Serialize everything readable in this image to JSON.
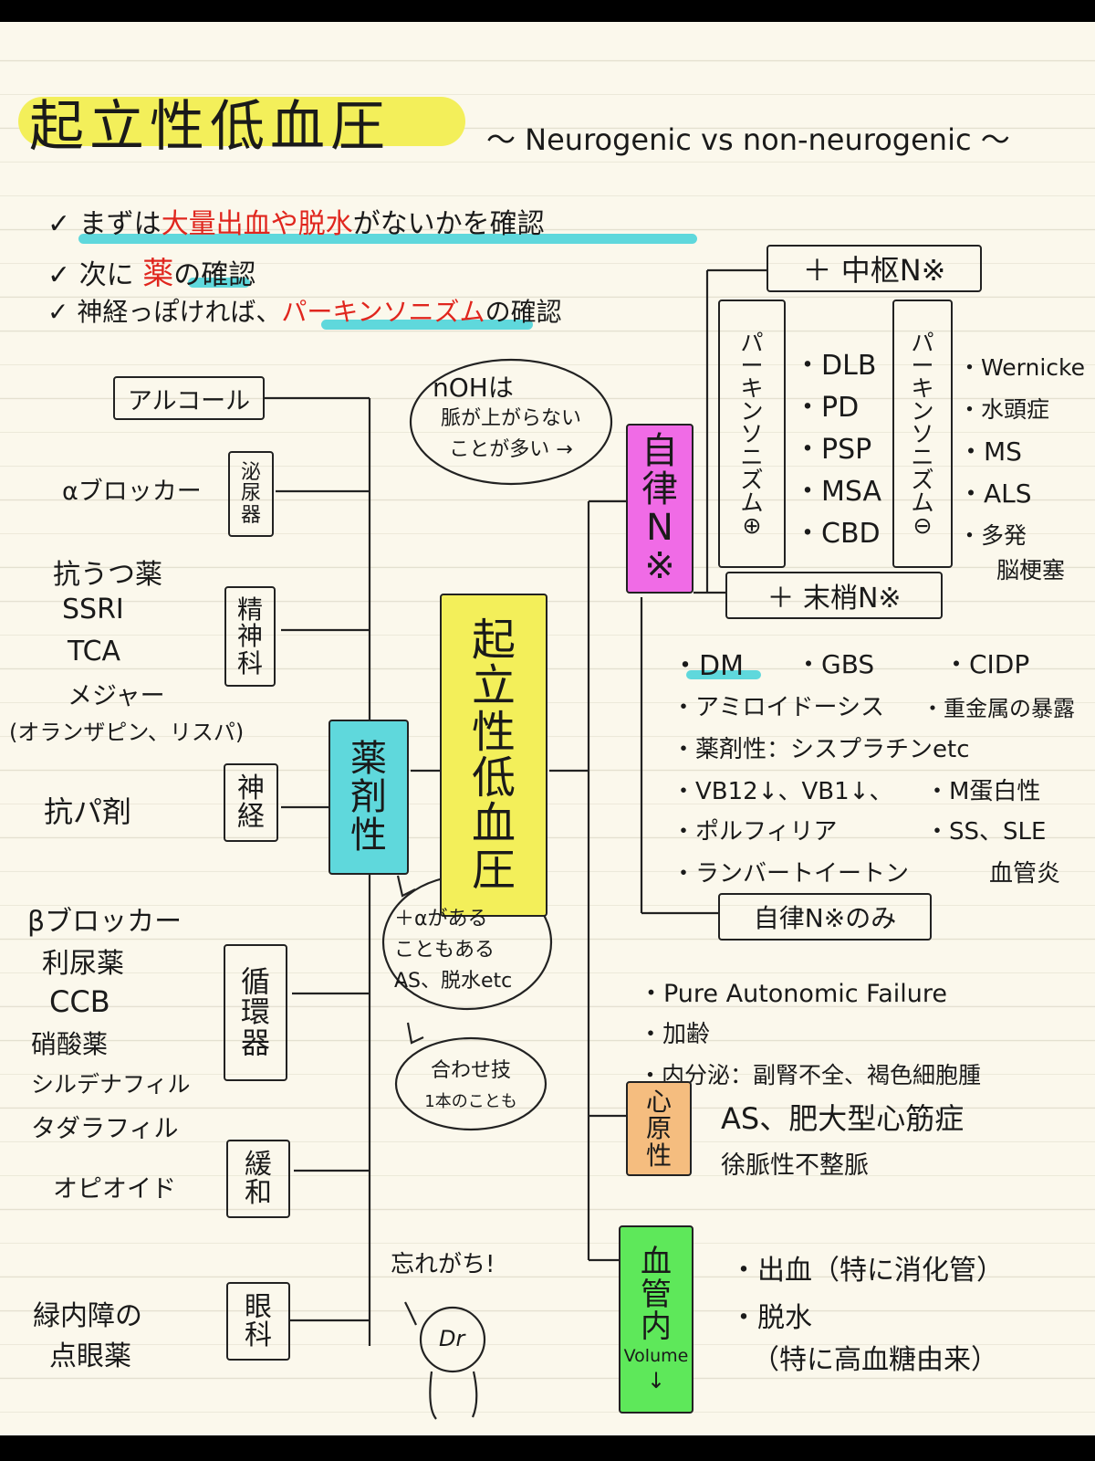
{
  "title": {
    "main": "起立性低血圧",
    "subtitle": "～ Neurogenic vs non-neurogenic ～"
  },
  "checklist": {
    "check_mark": "✓",
    "items": [
      {
        "before": "まずは",
        "highlight": "大量出血や脱水",
        "after": "がないかを確認"
      },
      {
        "before": "次に",
        "highlight": "薬",
        "after": "の確認"
      },
      {
        "before": "神経っぽければ、",
        "highlight": "パーキンソニズム",
        "after": "の確認"
      }
    ]
  },
  "center": {
    "label": "起立性低血圧",
    "chars": [
      "起",
      "立",
      "性",
      "低",
      "血",
      "圧"
    ]
  },
  "drug": {
    "label": "薬剤性",
    "chars": [
      "薬",
      "剤",
      "性"
    ],
    "categories": [
      {
        "cat": [
          "泌",
          "尿",
          "器"
        ],
        "drugs": [
          "αブロッカー"
        ]
      },
      {
        "cat": [
          "精",
          "神",
          "科"
        ],
        "drugs": [
          "抗うつ薬",
          "SSRI",
          "TCA",
          "メジャー",
          "(オランザピン、リスパ)"
        ]
      },
      {
        "cat": [
          "神",
          "経"
        ],
        "drugs": [
          "抗パ剤"
        ]
      },
      {
        "cat": [
          "循",
          "環",
          "器"
        ],
        "drugs": [
          "βブロッカー",
          "利尿薬",
          "CCB",
          "硝酸薬",
          "シルデナフィル",
          "タダラフィル"
        ]
      },
      {
        "cat": [
          "緩",
          "和"
        ],
        "drugs": [
          "オピオイド"
        ]
      },
      {
        "cat": [
          "眼",
          "科"
        ],
        "drugs": [
          "緑内障の",
          "点眼薬"
        ]
      }
    ],
    "alcohol": "アルコール",
    "bubble_alpha": [
      "＋αがある",
      "こともある",
      "AS、脱水etc"
    ],
    "bubble_combo": [
      "合わせ技",
      "1本のことも"
    ],
    "forget_note": "忘れがち!",
    "doctor": "Dr"
  },
  "bubble_noh": [
    "nOHは",
    "脈が上がらない",
    "ことが多い →"
  ],
  "autonomic": {
    "label_chars": [
      "自",
      "律",
      "N",
      "※"
    ],
    "central": "＋ 中枢N※",
    "park_plus": {
      "chars": [
        "パ",
        "ー",
        "キ",
        "ン",
        "ソ",
        "ニ",
        "ズ",
        "ム",
        "⊕"
      ],
      "items": [
        "・DLB",
        "・PD",
        "・PSP",
        "・MSA",
        "・CBD"
      ]
    },
    "park_minus": {
      "chars": [
        "パ",
        "ー",
        "キ",
        "ン",
        "ソ",
        "ニ",
        "ズ",
        "ム",
        "⊖"
      ],
      "items": [
        "・Wernicke",
        "・水頭症",
        "・MS",
        "・ALS",
        "・多発",
        "脳梗塞"
      ]
    },
    "peripheral": "＋ 末梢N※",
    "peripheral_items": [
      [
        "・DM",
        "・GBS",
        "・CIDP"
      ],
      [
        "・アミロイドーシス",
        "・重金属の暴露"
      ],
      [
        "・薬剤性：シスプラチンetc"
      ],
      [
        "・VB12↓、VB1↓、",
        "・M蛋白性"
      ],
      [
        "・ポルフィリア",
        "・SS、SLE"
      ],
      [
        "・ランバートイートン",
        "血管炎"
      ]
    ],
    "only": "自律N※のみ",
    "only_items": [
      "・Pure Autonomic Failure",
      "・加齢",
      "・内分泌：副腎不全、褐色細胞腫"
    ]
  },
  "cardiac": {
    "chars": [
      "心",
      "原",
      "性"
    ],
    "items": [
      "AS、肥大型心筋症",
      "徐脈性不整脈"
    ]
  },
  "volume": {
    "chars": [
      "血",
      "管",
      "内",
      "Volume",
      "↓"
    ],
    "items": [
      "・出血（特に消化管）",
      "・脱水",
      "（特に高血糖由来）"
    ]
  },
  "colors": {
    "yellow": "#f3ef5a",
    "cyan": "#5fd8dc",
    "magenta": "#f06be6",
    "orange": "#f5bd7f",
    "green": "#5ee85a",
    "red": "#e0261e",
    "paper": "#fbf8ec"
  }
}
